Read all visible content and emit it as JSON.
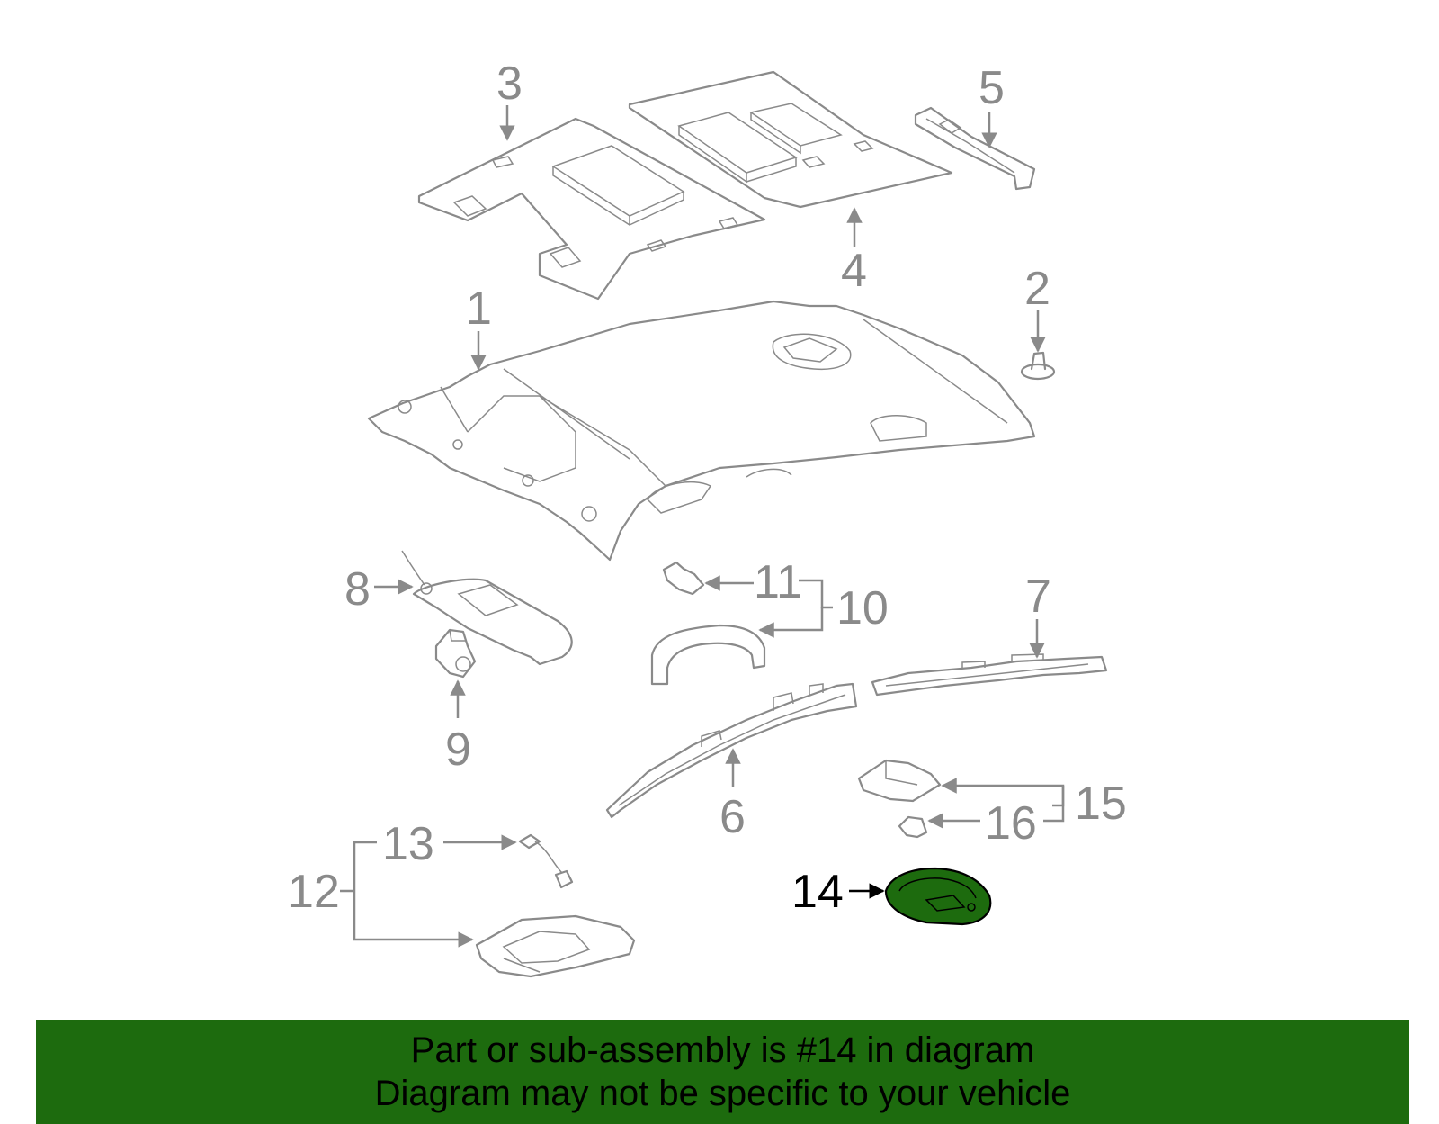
{
  "callouts": {
    "c1": "1",
    "c2": "2",
    "c3": "3",
    "c4": "4",
    "c5": "5",
    "c6": "6",
    "c7": "7",
    "c8": "8",
    "c9": "9",
    "c10": "10",
    "c11": "11",
    "c12": "12",
    "c13": "13",
    "c14": "14",
    "c15": "15",
    "c16": "16"
  },
  "highlight": {
    "part_number": "14",
    "color": "#1d6b0e"
  },
  "banner": {
    "line1": "Part or sub-assembly is #14 in diagram",
    "line2": "Diagram may not be specific to your vehicle",
    "background_color": "#1d6b0e"
  }
}
